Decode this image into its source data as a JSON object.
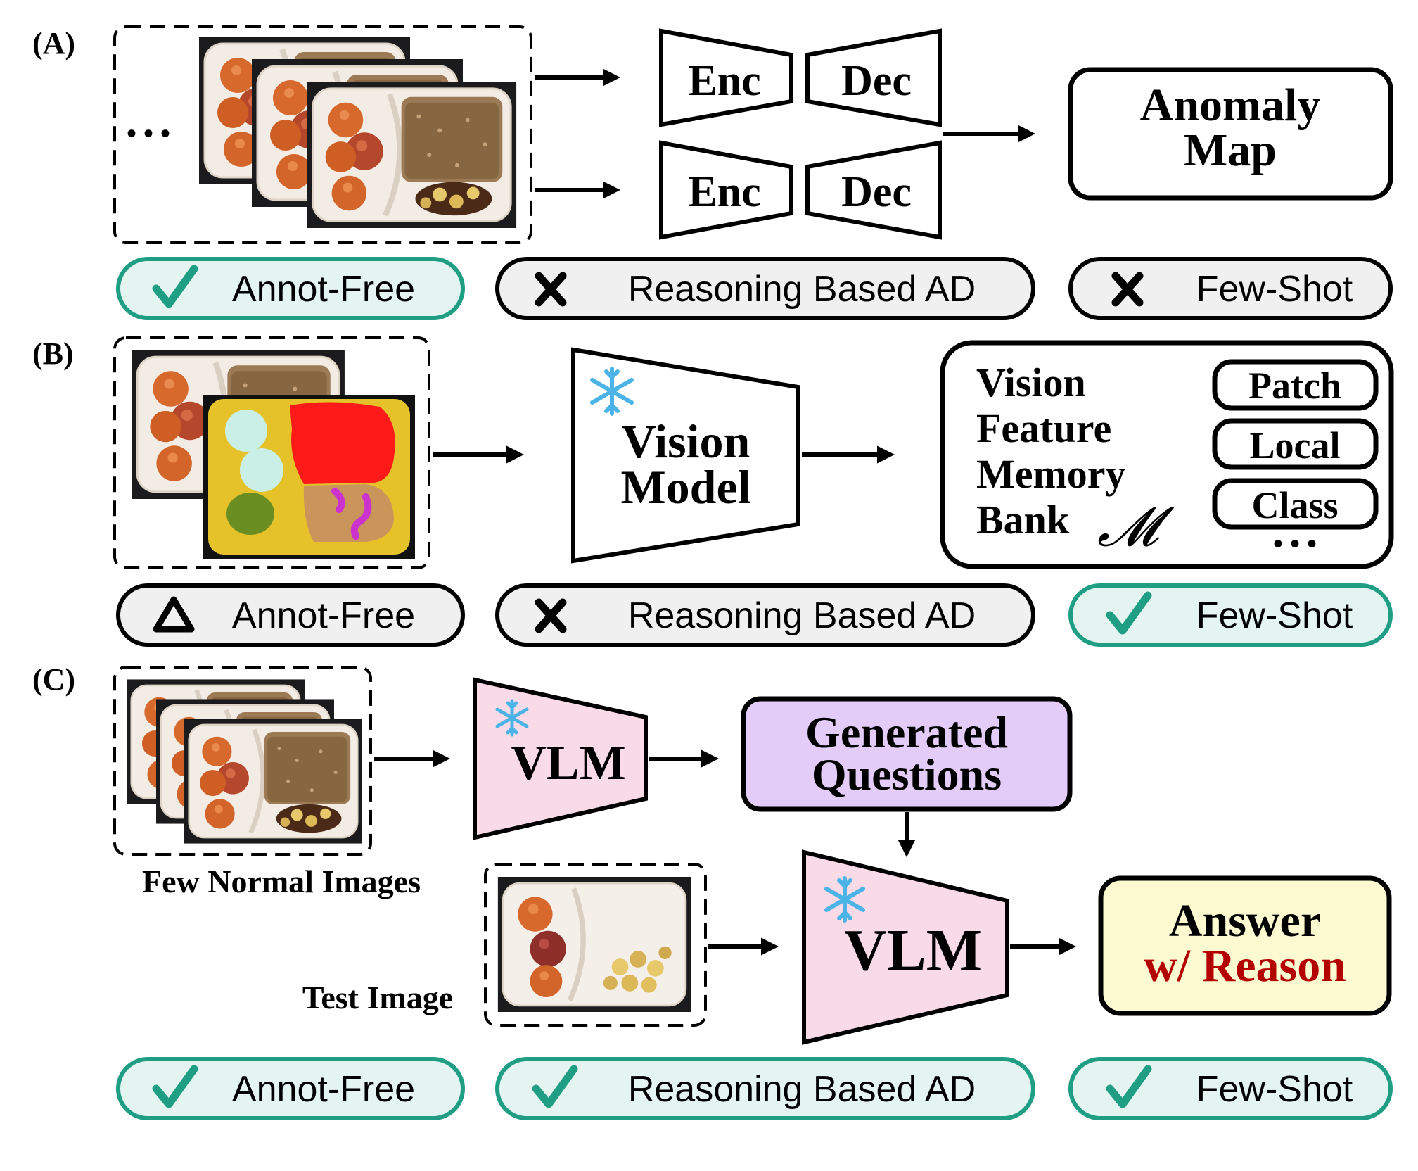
{
  "colors": {
    "green_border": "#1f9e84",
    "green_fill": "#e4f5f1",
    "gray_fill": "#f0f0f0",
    "snowflake": "#4bb3e6",
    "vlm_fill": "#f9dbe8",
    "questions_fill": "#e3ccf7",
    "answer_fill": "#fdfad2",
    "reason_red": "#b30000",
    "seg_yellow": "#e6c22a",
    "seg_red": "#ff1a1a",
    "seg_cyan": "#c9efe6",
    "seg_green": "#6b8e23",
    "seg_tan": "#c9955a",
    "seg_magenta": "#cc33cc"
  },
  "panel_a": {
    "label": "(A)",
    "ellipsis": "• • •",
    "enc": "Enc",
    "dec": "Dec",
    "output_line1": "Anomaly",
    "output_line2": "Map",
    "badges": {
      "annot": {
        "icon": "check-icon",
        "text": "Annot-Free"
      },
      "reasoning": {
        "icon": "cross-icon",
        "text": "Reasoning Based AD"
      },
      "fewshot": {
        "icon": "cross-icon",
        "text": "Few-Shot"
      }
    }
  },
  "panel_b": {
    "label": "(B)",
    "model_line1": "Vision",
    "model_line2": "Model",
    "bank_line1": "Vision",
    "bank_line2": "Feature",
    "bank_line3": "Memory",
    "bank_line4": "Bank",
    "bank_symbol": "𝓜",
    "chip_patch": "Patch",
    "chip_local": "Local",
    "chip_class": "Class",
    "chip_more": "• • •",
    "badges": {
      "annot": {
        "icon": "triangle-icon",
        "text": "Annot-Free"
      },
      "reasoning": {
        "icon": "cross-icon",
        "text": "Reasoning Based AD"
      },
      "fewshot": {
        "icon": "check-icon",
        "text": "Few-Shot"
      }
    }
  },
  "panel_c": {
    "label": "(C)",
    "few_normal_caption": "Few Normal Images",
    "test_caption": "Test Image",
    "vlm_small": "VLM",
    "vlm_large": "VLM",
    "questions_line1": "Generated",
    "questions_line2": "Questions",
    "answer_line1": "Answer",
    "answer_line2": "w/ Reason",
    "badges": {
      "annot": {
        "icon": "check-icon",
        "text": "Annot-Free"
      },
      "reasoning": {
        "icon": "check-icon",
        "text": "Reasoning Based AD"
      },
      "fewshot": {
        "icon": "check-icon",
        "text": "Few-Shot"
      }
    }
  }
}
